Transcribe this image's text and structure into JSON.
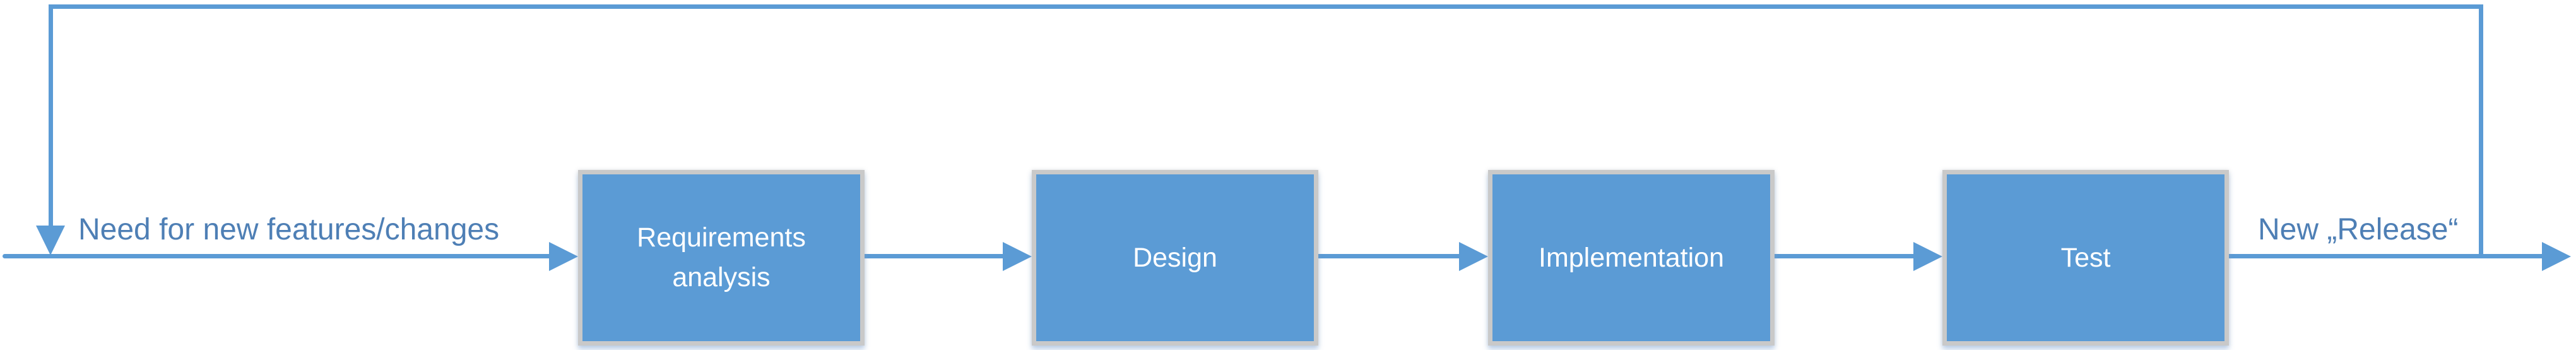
{
  "colors": {
    "shape_fill": "#5b9bd5",
    "line": "#5b9bd5",
    "box_border": "#c9c9c9",
    "box_text": "#ffffff",
    "label_text": "#4e7fb5",
    "background": "#ffffff"
  },
  "annotations": {
    "input_label": "Need for new features/changes",
    "output_label": "New „Release“"
  },
  "nodes": [
    {
      "id": "requirements-analysis",
      "label": "Requirements analysis"
    },
    {
      "id": "design",
      "label": "Design"
    },
    {
      "id": "implementation",
      "label": "Implementation"
    },
    {
      "id": "test",
      "label": "Test"
    }
  ],
  "edges": [
    {
      "from": "input",
      "to": "requirements-analysis"
    },
    {
      "from": "requirements-analysis",
      "to": "design"
    },
    {
      "from": "design",
      "to": "implementation"
    },
    {
      "from": "implementation",
      "to": "test"
    },
    {
      "from": "test",
      "to": "output"
    },
    {
      "from": "output",
      "to": "input",
      "type": "feedback-loop"
    }
  ]
}
